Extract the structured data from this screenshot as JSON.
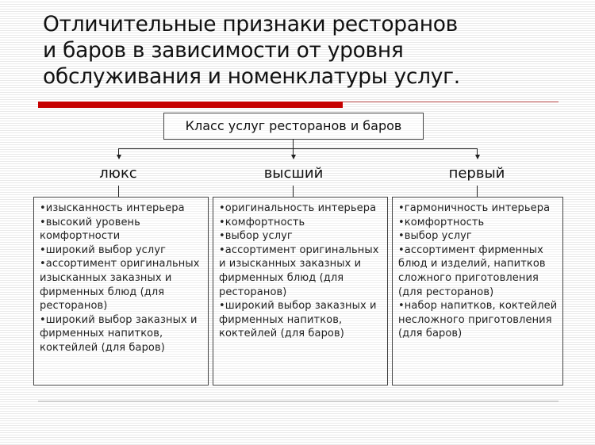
{
  "title": {
    "lines": [
      "Отличительные признаки ресторанов",
      "и баров в зависимости от уровня",
      "обслуживания и номенклатуры услуг."
    ]
  },
  "accent_color": "#c60000",
  "root": {
    "label": "Класс услуг ресторанов и баров"
  },
  "columns": [
    {
      "label": "люкс",
      "items": [
        "изысканность интерьера",
        "высокий уровень комфортности",
        "широкий выбор услуг",
        "ассортимент оригинальных изысканных заказных и фирменных блюд (для ресторанов)",
        "широкий выбор заказных и фирменных напитков, коктейлей (для баров)"
      ]
    },
    {
      "label": "высший",
      "items": [
        "оригинальность интерьера",
        "комфортность",
        "выбор услуг",
        "ассортимент оригинальных и изысканных заказных и фирменных блюд (для ресторанов)",
        "широкий выбор заказных и фирменных напитков, коктейлей (для баров)"
      ]
    },
    {
      "label": "первый",
      "items": [
        "гармоничность интерьера",
        "комфортность",
        "выбор услуг",
        "ассортимент фирменных блюд и изделий, напитков сложного приготовления (для ресторанов)",
        "набор напитков, коктейлей несложного приготовления (для баров)"
      ]
    }
  ]
}
